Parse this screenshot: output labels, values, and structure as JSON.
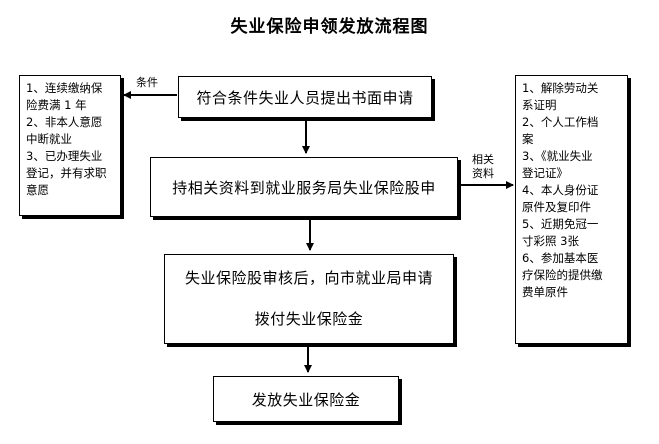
{
  "title": "失业保险申领发放流程图",
  "steps": [
    "符合条件失业人员提出书面申请",
    "持相关资料到就业服务局失业保险股申",
    "失业保险股审核后，向市就业局申请",
    "拨付失业保险金",
    "发放失业保险金"
  ],
  "left_box": {
    "label": "条件",
    "lines": [
      "1、连续缴纳保",
      "险费满 1 年",
      "2、非本人意愿",
      "中断就业",
      "3、已办理失业",
      "登记，并有求职",
      "意愿"
    ]
  },
  "right_box": {
    "label_line1": "相关",
    "label_line2": "资料",
    "lines": [
      "1、解除劳动关",
      "系证明",
      "2、个人工作档",
      "案",
      "3、《就业失业",
      "登记证》",
      "4、本人身份证",
      "原件及复印件",
      "5、近期免冠一",
      "寸彩照 3张",
      "6、参加基本医",
      "疗保险的提供缴",
      "费单原件"
    ]
  }
}
